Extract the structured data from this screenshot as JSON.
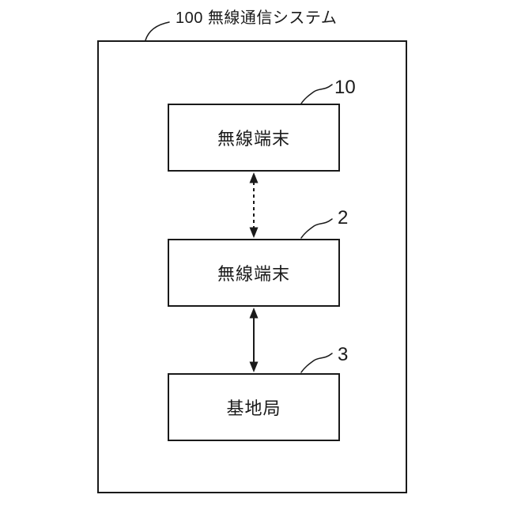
{
  "figure": {
    "title": "100 無線通信システム",
    "nodes": [
      {
        "ref": "10",
        "label": "無線端末"
      },
      {
        "ref": "2",
        "label": "無線端末"
      },
      {
        "ref": "3",
        "label": "基地局"
      }
    ],
    "connections": [
      {
        "from": "10",
        "to": "2",
        "line_style": "dashed",
        "arrows": "both-ends"
      },
      {
        "from": "2",
        "to": "3",
        "line_style": "solid",
        "arrows": "both-ends"
      }
    ],
    "colors": {
      "ink": "#1a1a1a",
      "background": "#ffffff"
    }
  }
}
